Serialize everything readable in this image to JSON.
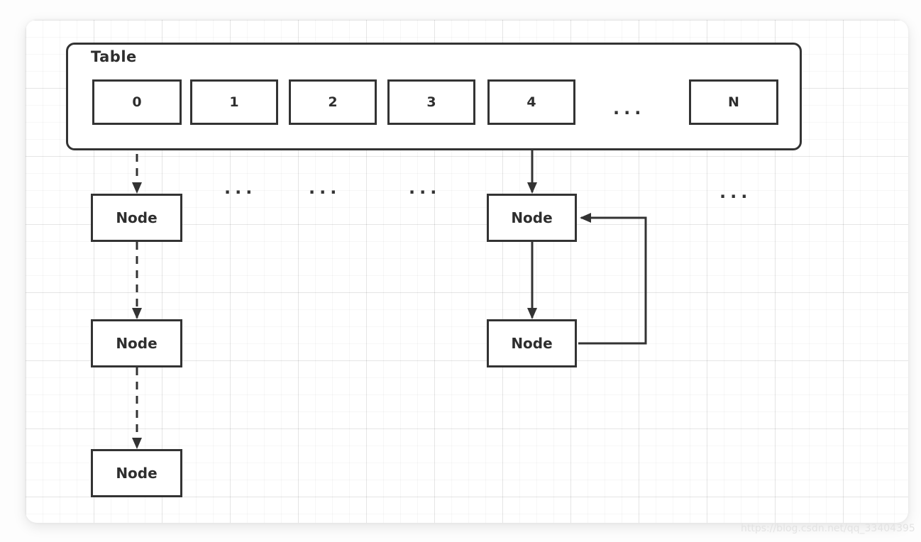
{
  "diagram": {
    "table": {
      "label": "Table",
      "cells": [
        "0",
        "1",
        "2",
        "3",
        "4",
        "N"
      ],
      "gap_ellipsis": "..."
    },
    "below_table_ellipses": [
      "...",
      "...",
      "...",
      "..."
    ],
    "buckets": [
      {
        "index": "0",
        "link_style": "dashed",
        "nodes": [
          "Node",
          "Node",
          "Node"
        ]
      },
      {
        "index": "4",
        "link_style": "solid",
        "loop_back": true,
        "nodes": [
          "Node",
          "Node"
        ]
      }
    ],
    "watermark": "https://blog.csdn.net/qq_33404395",
    "colors": {
      "stroke": "#333333",
      "canvas_bg": "#ffffff",
      "grid_minor": "#f7f7f7",
      "grid_major": "#ececec",
      "watermark": "#e3e3e3"
    }
  }
}
